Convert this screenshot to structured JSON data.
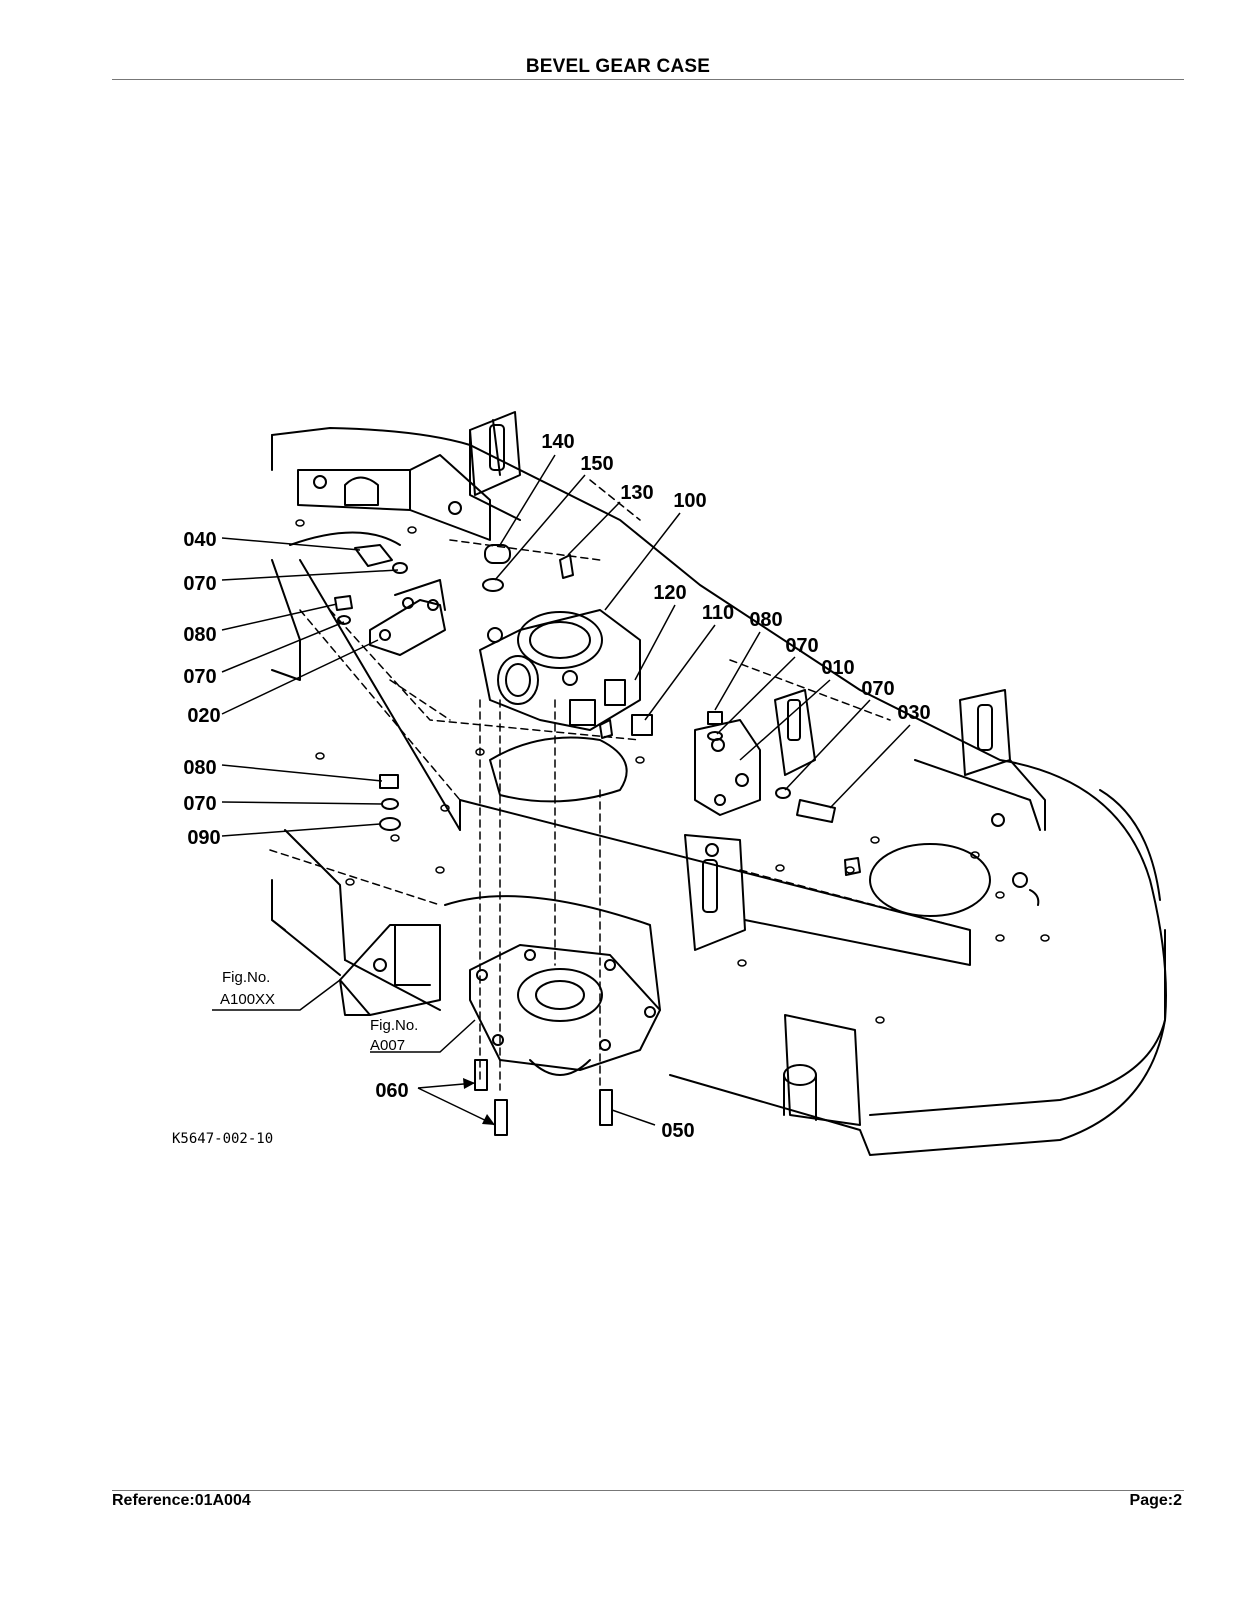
{
  "page": {
    "title": "BEVEL GEAR CASE",
    "reference": "Reference:01A004",
    "page_label": "Page:2"
  },
  "diagram": {
    "drawing_code": "K5647-002-10",
    "fig_refs": [
      {
        "line1": "Fig.No.",
        "line2": "A100XX"
      },
      {
        "line1": "Fig.No.",
        "line2": "A007"
      }
    ],
    "callouts": [
      "140",
      "150",
      "130",
      "100",
      "040",
      "070",
      "080",
      "070",
      "020",
      "120",
      "110",
      "080",
      "070",
      "010",
      "070",
      "030",
      "080",
      "070",
      "090",
      "060",
      "050"
    ]
  }
}
